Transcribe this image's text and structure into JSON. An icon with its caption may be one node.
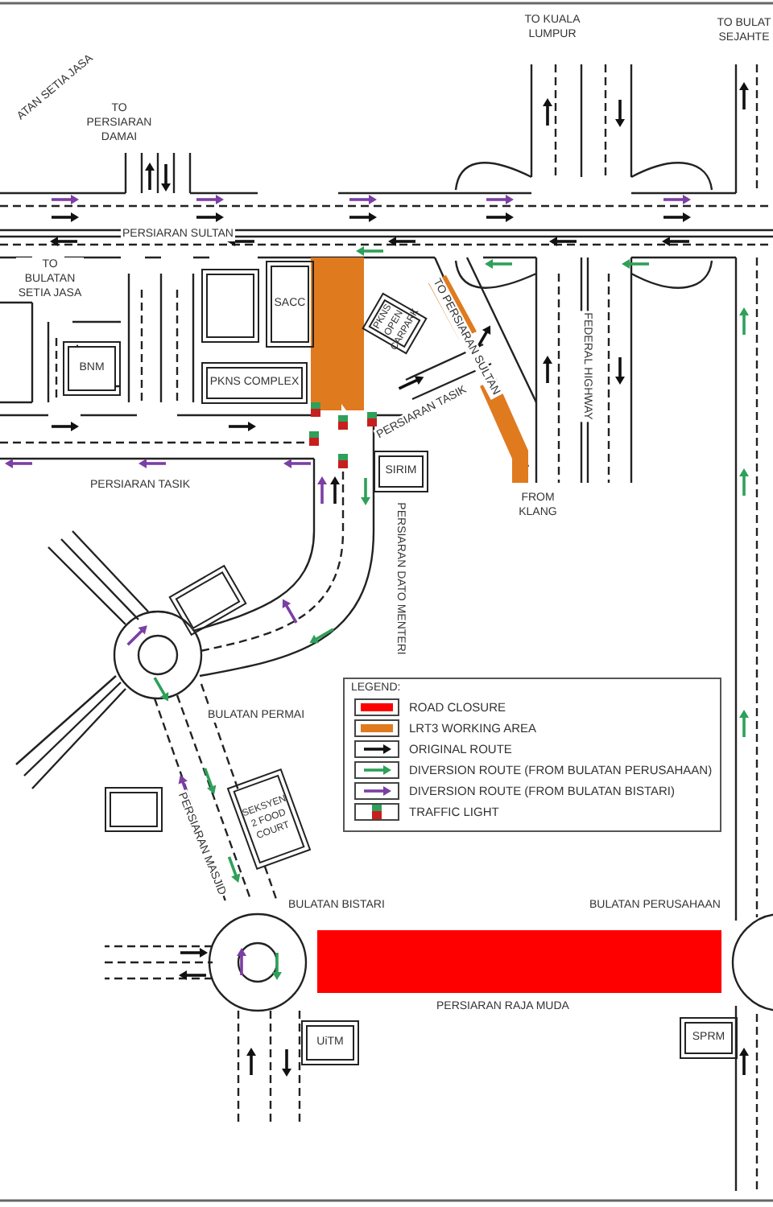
{
  "diagram": {
    "nodes": [
      {
        "text": [],
        "shape": "box"
      },
      {
        "text": [
          "SACC"
        ]
      },
      {
        "text": [
          "PKNS OPEN CARPARK"
        ]
      },
      {
        "text": [
          "BNM"
        ]
      },
      {
        "text": [
          "PKNS COMPLEX"
        ]
      },
      {
        "text": [
          "SIRIM"
        ]
      },
      {
        "text": [],
        "shape": "box"
      },
      {
        "text": [],
        "shape": "box"
      },
      {
        "text": [
          "SEKSYEN 2 FOOD COURT"
        ]
      },
      {
        "text": [
          "UiTM"
        ]
      },
      {
        "text": [
          "SPRM"
        ]
      }
    ],
    "labels": [
      "ATAN SETIA JASA",
      "TO KUALA LUMPUR",
      "TO BULAT SEJAHTE",
      "TO PERSIARAN DAMAI",
      "PERSIARAN SULTAN",
      "TO BULATAN SETIA JASA",
      "TO PERSIARAN SULTAN",
      "PERSIARAN TASIK",
      "FEDERAL HIGHWAY",
      "PERSIARAN TASIK",
      "FROM KLANG",
      "PERSIARAN DATO MENTERI",
      "BULATAN PERMAI",
      "PERSIARAN MASJID",
      "BULATAN BISTARI",
      "BULATAN PERUSAHAAN",
      "PERSIARAN RAJA MUDA",
      "LEGEND:"
    ],
    "legend": [
      {
        "text": "ROAD CLOSURE",
        "color": "#ff0000"
      },
      {
        "text": "LRT3 WORKING AREA",
        "color": "#e07a1f"
      },
      {
        "text": "ORIGINAL ROUTE"
      },
      {
        "text": "DIVERSION ROUTE (FROM BULATAN PERUSAHAAN)"
      },
      {
        "text": "DIVERSION ROUTE (FROM BULATAN BISTARI)"
      },
      {
        "text": "TRAFFIC LIGHT"
      }
    ]
  }
}
